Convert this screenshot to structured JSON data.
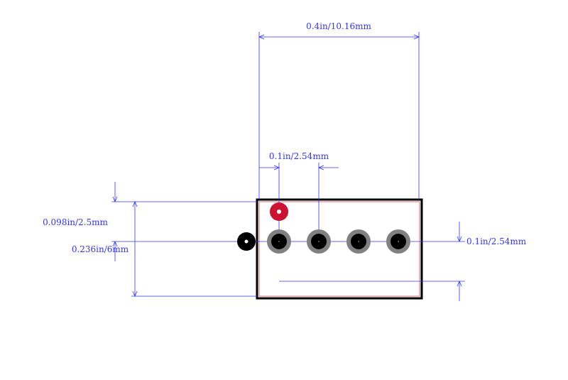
{
  "dimensions": {
    "width_total": "0.4in/10.16mm",
    "pitch_top": "0.1in/2.54mm",
    "offset_left": "0.098in/2.5mm",
    "height_left": "0.236in/6mm",
    "pitch_right": "0.1in/2.54mm"
  },
  "pins": [
    {
      "number": "1"
    },
    {
      "number": "2"
    },
    {
      "number": "3"
    },
    {
      "number": "4"
    }
  ],
  "colors": {
    "dimension": "#3333ff",
    "outline": "#000000",
    "courtyard": "#e0a0a8",
    "pad": "#808080",
    "drill": "#000000",
    "pin1_marker": "#cc1133",
    "origin_marker": "#000000"
  }
}
